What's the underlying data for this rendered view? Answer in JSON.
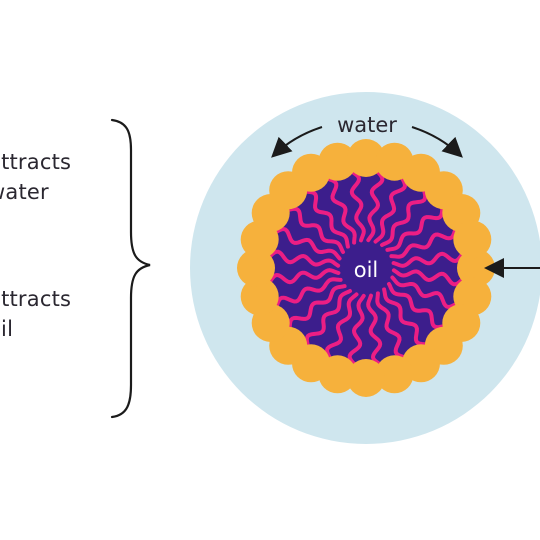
{
  "labels": {
    "hydrophilic": [
      "attracts",
      "water"
    ],
    "hydrophobic": [
      "attracts",
      "oil"
    ],
    "outer_medium": "water",
    "core": "oil"
  },
  "colors": {
    "background": "#ffffff",
    "water_medium": "#cfe6ee",
    "oil_core": "#3c1e8c",
    "head_groups": "#f6b13c",
    "tails": "#ec1e84",
    "text": "#2a2730",
    "core_text": "#ffffff"
  },
  "micelle": {
    "head_count": 24,
    "tail_count": 24
  }
}
